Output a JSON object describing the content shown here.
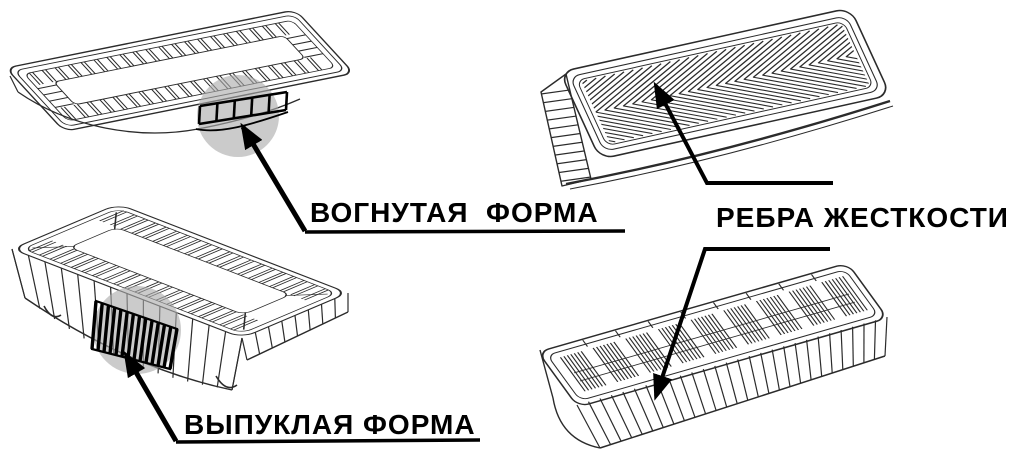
{
  "palette": {
    "background": "#ffffff",
    "drawing_line": "#2b2b2b",
    "annotation_black": "#000000",
    "highlight_circle_gray": "#ababab"
  },
  "annotations": {
    "concave_label": "ВОГНУТАЯ  ФОРМА",
    "ribs_label": "РЕБРА ЖЕСТКОСТИ",
    "convex_label": "ВЫПУКЛАЯ ФОРМА"
  },
  "figures": {
    "top_left": "shallow-ribbed-tray-with-concave-rib-detail",
    "top_right": "tray-underside-with-stiffening-ribs",
    "bottom_left": "deep-ribbed-tray-with-convex-rib-detail",
    "bottom_right": "narrow-tray-with-stiffening-ribs"
  }
}
